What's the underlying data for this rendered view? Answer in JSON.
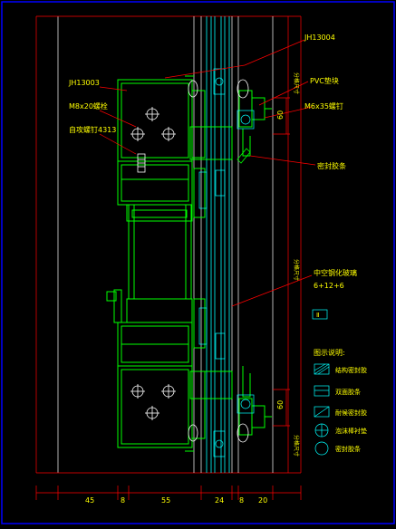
{
  "annotations": {
    "jh13004": "JH13004",
    "jh13003": "JH13003",
    "pvc": "PVC垫块",
    "m8x20": "M8x20螺栓",
    "m6x35": "M6x35螺钉",
    "st4313": "自攻螺钉4313",
    "seal": "密封胶条",
    "glass_label": "中空钢化玻璃",
    "glass_spec": "6+12+6",
    "legend_title": "图示说明:",
    "legend": [
      "结构密封胶",
      "双面胶条",
      "耐候密封胶",
      "泡沫棒衬垫",
      "密封胶条"
    ],
    "box_label": "Ⅱ"
  },
  "dimensions": {
    "bottom": [
      "45",
      "8",
      "55",
      "24",
      "8",
      "20"
    ],
    "right_top": "60",
    "right_bottom": "60",
    "vertical_mid": "分格尺寸",
    "vertical_top": "分格尺寸",
    "vertical_bottom": "分格尺寸"
  },
  "colors": {
    "frame": "#00ff00",
    "glass": "#00ffff",
    "dim": "#ff0000",
    "text": "#ffff00",
    "white": "#ffffff",
    "border": "#0000ff"
  }
}
